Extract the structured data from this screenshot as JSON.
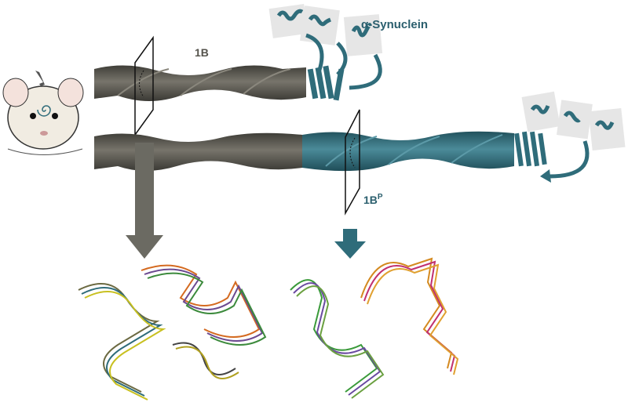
{
  "labels": {
    "protein": "α-Synuclein",
    "fibril_1b": "1B",
    "fibril_1bp_base": "1B",
    "fibril_1bp_sup": "P"
  },
  "colors": {
    "gray_fibril": "#5a5850",
    "teal_fibril": "#2f6c7a",
    "label_gray": "#55534c",
    "label_teal": "#2b5f6e"
  }
}
